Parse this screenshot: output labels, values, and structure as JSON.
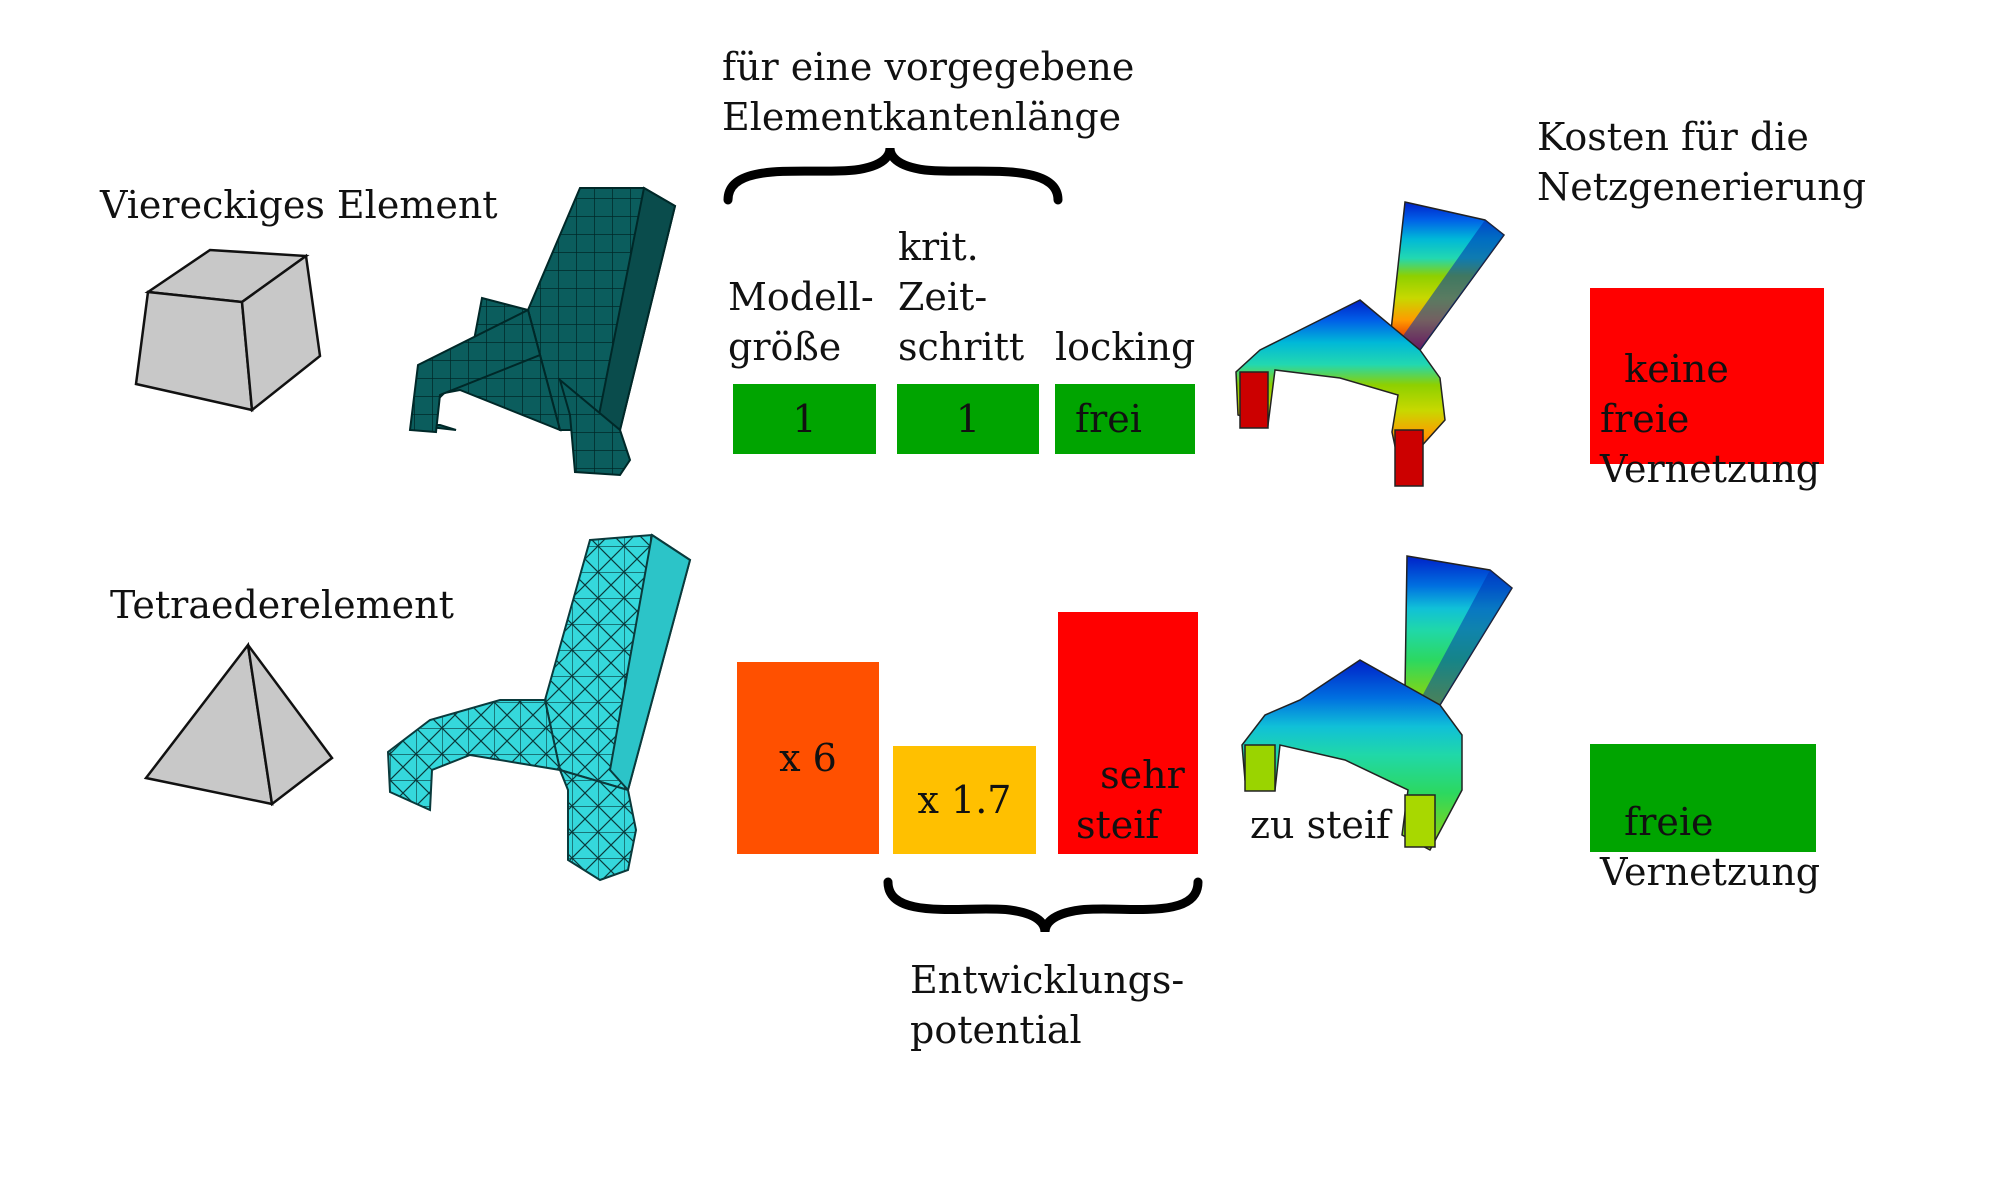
{
  "top_brace_label": "für eine vorgegebene\nElementkantenlänge",
  "cost_header": "Kosten für die\nNetzgenerierung",
  "row_quad": {
    "label": "Viereckiges Element",
    "col_model": "Modell-\ngröße",
    "col_time": "krit.\nZeit-\nschritt",
    "col_locking": "locking",
    "val_model": "1",
    "val_time": "1",
    "val_locking": "frei",
    "cost": "keine\nfreie\nVernetzung"
  },
  "row_tet": {
    "label": "Tetraederelement",
    "val_model": "x 6",
    "val_time": "x 1.7",
    "val_locking": "sehr\nsteif",
    "note": "zu steif",
    "cost": "freie\nVernetzung"
  },
  "bottom_brace_label": "Entwicklungs-\npotential",
  "colors": {
    "green": "#00a400",
    "red": "#ff0000",
    "orange": "#ff5000",
    "yellow": "#ffc000",
    "grey_solid": "#c8c8c8",
    "quad_mesh": "#0b5d5d",
    "tet_mesh": "#35d8dc"
  }
}
